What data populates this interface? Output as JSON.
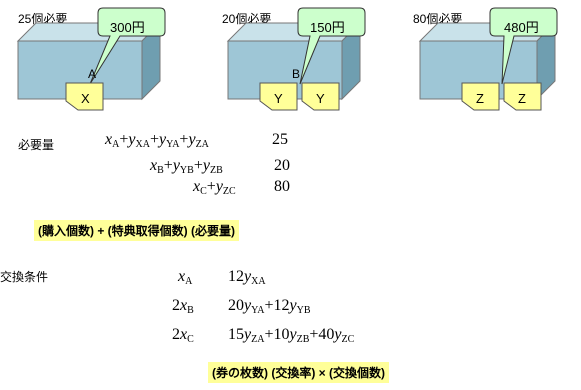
{
  "figures": [
    {
      "required_label": "25個必要",
      "price": "300円",
      "face_label": "A",
      "ticket_labels": [
        "X"
      ]
    },
    {
      "required_label": "20個必要",
      "price": "150円",
      "face_label": "B",
      "ticket_labels": [
        "Y",
        "Y"
      ]
    },
    {
      "required_label": "80個必要",
      "price": "480円",
      "face_label": "",
      "ticket_labels": [
        "Z",
        "Z"
      ]
    }
  ],
  "requirement": {
    "label": "必要量",
    "rows": [
      {
        "value": "25"
      },
      {
        "value": "20"
      },
      {
        "value": "80"
      }
    ],
    "note": "(購入個数) + (特典取得個数) (必要量)"
  },
  "exchange": {
    "label": "交換条件",
    "rows": [
      {
        "lhs_coef": "",
        "rhs": "12"
      },
      {
        "lhs_coef": "2",
        "rhs": "20 + 12"
      },
      {
        "lhs_coef": "2",
        "rhs": "15 + 10 + 40"
      }
    ],
    "note": "(券の枚数) (交換率) × (交換個数)"
  },
  "colors": {
    "box_front": "#9ec6d6",
    "box_top": "#c9e2ea",
    "box_side": "#6f9eb0",
    "bubble": "#ccffcc",
    "ticket": "#ffff99",
    "highlight": "#ffff99"
  }
}
